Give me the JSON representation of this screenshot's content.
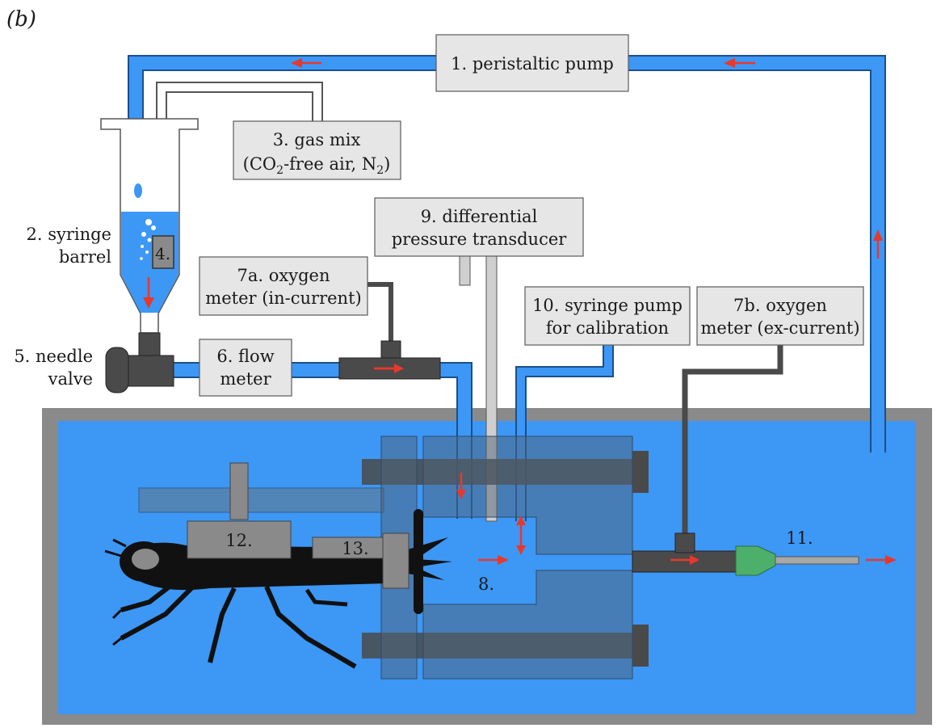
{
  "panel_label": "(b)",
  "labels": {
    "pump": "1. peristaltic pump",
    "syringe_line1": "2. syringe",
    "syringe_line2": "barrel",
    "gas_line1": "3. gas mix",
    "gas_line2_a": "(CO",
    "gas_line2_sub1": "2",
    "gas_line2_b": "-free air, N",
    "gas_line2_sub2": "2",
    "gas_line2_c": ")",
    "diffuser": "4.",
    "needle_line1": "5. needle",
    "needle_line2": "valve",
    "flow_line1": "6. flow",
    "flow_line2": "meter",
    "oxy_in_line1": "7a. oxygen",
    "oxy_in_line2": "meter (in-current)",
    "oxy_ex_line1": "7b. oxygen",
    "oxy_ex_line2": "meter (ex-current)",
    "chamber": "8.",
    "dpt_line1": "9. differential",
    "dpt_line2": "pressure transducer",
    "cal_line1": "10. syringe pump",
    "cal_line2": "for calibration",
    "outlet": "11.",
    "holder": "12.",
    "seal": "13."
  },
  "colors": {
    "water": "#3d97f5",
    "tube": "#3d97f5",
    "tube_edge": "#1b4f8a",
    "dark_part": "#4a4a4a",
    "block": "rgba(80,90,100,0.45)",
    "tank_wall": "#8a8a8a",
    "arrow": "#e8382c",
    "filter": "#4caf6a"
  }
}
